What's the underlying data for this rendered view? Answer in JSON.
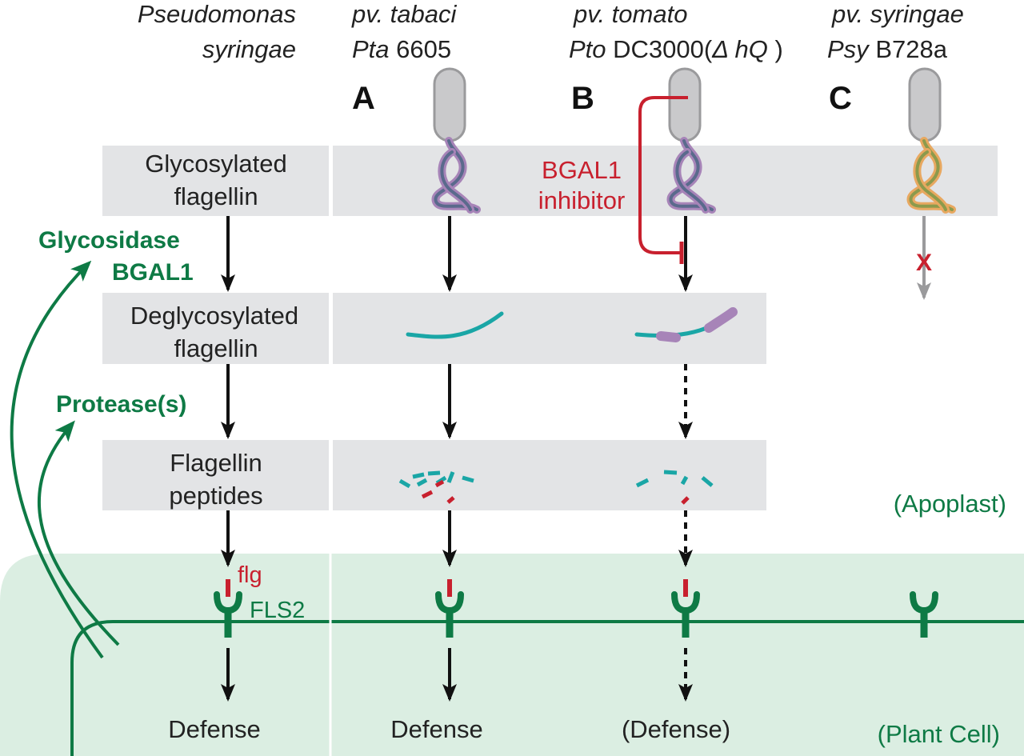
{
  "species": {
    "line1": "Pseudomonas",
    "line2": "syringae"
  },
  "columns": [
    {
      "letter": "A",
      "pathovar": "pv. tabaci",
      "strain_abbr": "Pta",
      "strain_id": "6605",
      "outcome": "Defense"
    },
    {
      "letter": "B",
      "pathovar": "pv. tomato",
      "strain_abbr": "Pto",
      "strain_id": "DC3000(",
      "strain_suffix": "Δ hQ",
      "strain_close": " )",
      "outcome": "(Defense)"
    },
    {
      "letter": "C",
      "pathovar": "pv. syringae",
      "strain_abbr": "Psy",
      "strain_id": "B728a"
    }
  ],
  "rows": {
    "glycosylated": [
      "Glycosylated",
      "flagellin"
    ],
    "deglycosylated": [
      "Deglycosylated",
      "flagellin"
    ],
    "peptides": [
      "Flagellin",
      "peptides"
    ]
  },
  "enzymes": {
    "glycosidase": [
      "Glycosidase",
      "BGAL1"
    ],
    "protease": "Protease(s)"
  },
  "inhibitor": [
    "BGAL1",
    "inhibitor"
  ],
  "receptor": {
    "ligand": "flg",
    "name": "FLS2"
  },
  "outcome_left": "Defense",
  "block_mark": "X",
  "compartments": {
    "apoplast": "(Apoplast)",
    "plant_cell": "(Plant Cell)"
  },
  "colors": {
    "band": "#e3e4e6",
    "plant_fill": "#dbeee2",
    "green": "#0e7a45",
    "red": "#c8202e",
    "teal": "#1aa6a6",
    "glycan": "#a784b8",
    "orange": "#e8a860",
    "cell_gray": "#c9c9cb"
  }
}
